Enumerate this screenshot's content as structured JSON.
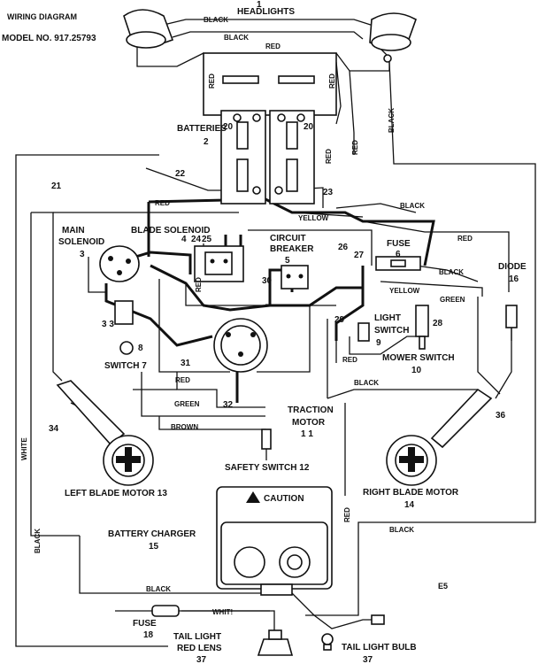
{
  "title": {
    "line1": "WIRING DIAGRAM",
    "line2": "MODEL NO. 917.25793"
  },
  "components": {
    "headlights": "HEADLIGHTS",
    "headlights_num": "1",
    "batteries": "BATTERIES",
    "batteries_num": "2",
    "main_solenoid_1": "MAIN",
    "main_solenoid_2": "SOLENOID",
    "main_solenoid_num": "3",
    "blade_solenoid": "BLADE SOLENOID",
    "blade_solenoid_num": "4",
    "circuit_breaker_1": "CIRCUIT",
    "circuit_breaker_2": "BREAKER",
    "circuit_breaker_num": "5",
    "fuse_top": "FUSE",
    "fuse_top_num": "6",
    "key_switch": "SWITCH 7",
    "key_switch_num": "8",
    "light_switch_1": "LIGHT",
    "light_switch_2": "SWITCH",
    "light_switch_num": "9",
    "mower_switch": "MOWER SWITCH",
    "mower_switch_num": "10",
    "traction_motor_1": "TRACTION",
    "traction_motor_2": "MOTOR",
    "traction_motor_num": "1 1",
    "safety_switch": "SAFETY SWITCH 12",
    "left_blade_motor": "LEFT BLADE MOTOR 13",
    "right_blade_motor": "RIGHT BLADE MOTOR",
    "right_blade_motor_num": "14",
    "battery_charger": "BATTERY CHARGER",
    "battery_charger_num": "15",
    "caution": "CAUTION",
    "diode": "DIODE",
    "diode_num": "16",
    "fuse_bottom": "FUSE",
    "fuse_bottom_num": "18",
    "tail_light_lens_1": "TAIL LIGHT",
    "tail_light_lens_2": "RED LENS",
    "tail_light_lens_num": "37",
    "tail_light_bulb": "TAIL LIGHT BULB",
    "tail_light_bulb_num": "37",
    "code": "E5"
  },
  "callouts": {
    "n20a": "20",
    "n20b": "20",
    "n21": "21",
    "n22": "22",
    "n23": "23",
    "n24": "24",
    "n25": "25",
    "n26": "26",
    "n27": "27",
    "n28": "28",
    "n29": "29",
    "n30": "30",
    "n31": "31",
    "n32": "32",
    "n33": "3 3",
    "n34": "34",
    "n36": "36"
  },
  "wire_colors": {
    "black": "BLACK",
    "red": "RED",
    "yellow": "YELLOW",
    "green": "GREEN",
    "brown": "BROWN",
    "white": "WHITE",
    "white_lower": "WHIT!"
  },
  "colors": {
    "ink": "#111111",
    "paper": "#ffffff"
  }
}
